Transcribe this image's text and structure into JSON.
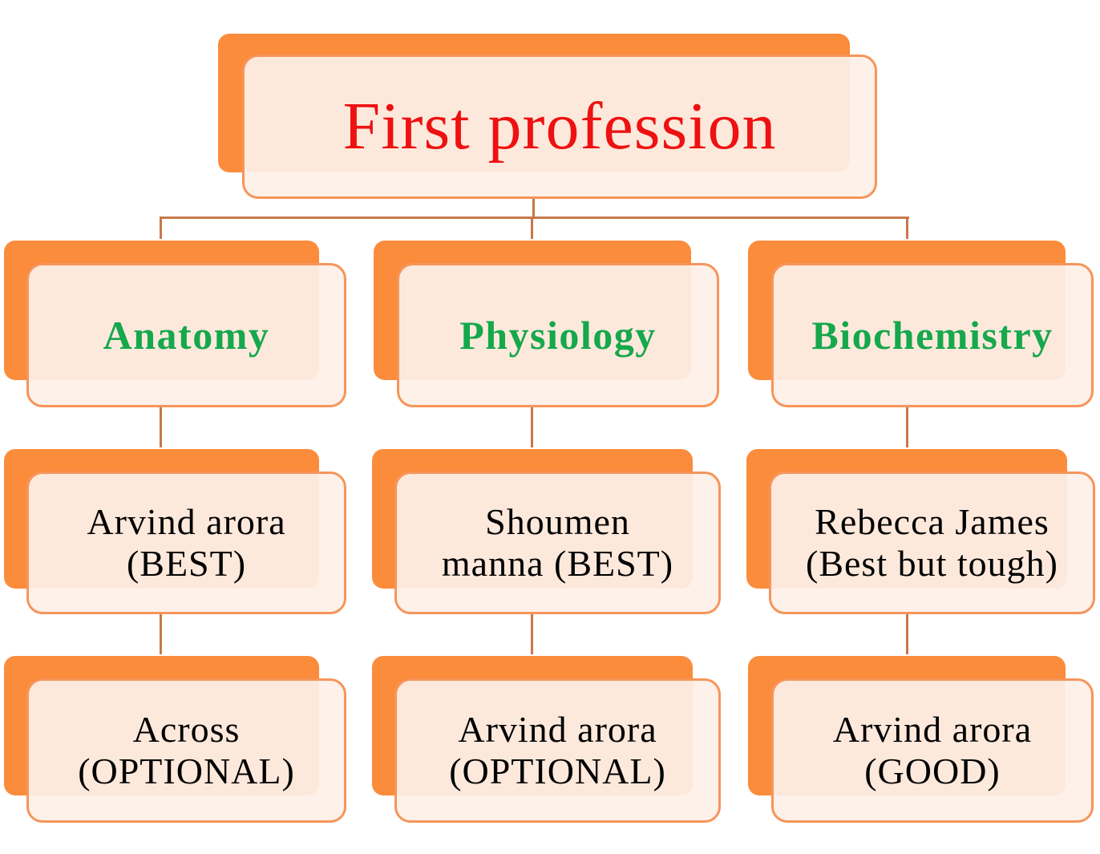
{
  "colors": {
    "shadow": "#fb8c3c",
    "card_fill": "#fdf0e8",
    "card_border": "#f6955a",
    "connector": "#c8784a",
    "root_text": "#ee1111",
    "subject_text": "#15a84c",
    "book_text": "#000000"
  },
  "root": {
    "label": "First profession"
  },
  "columns": [
    {
      "subject": "Anatomy",
      "books": [
        "Arvind arora\n(BEST)",
        "Across\n(OPTIONAL)"
      ]
    },
    {
      "subject": "Physiology",
      "books": [
        "Shoumen\nmanna (BEST)",
        "Arvind arora\n(OPTIONAL)"
      ]
    },
    {
      "subject": "Biochemistry",
      "books": [
        "Rebecca James\n(Best but tough)",
        "Arvind arora\n(GOOD)"
      ]
    }
  ]
}
